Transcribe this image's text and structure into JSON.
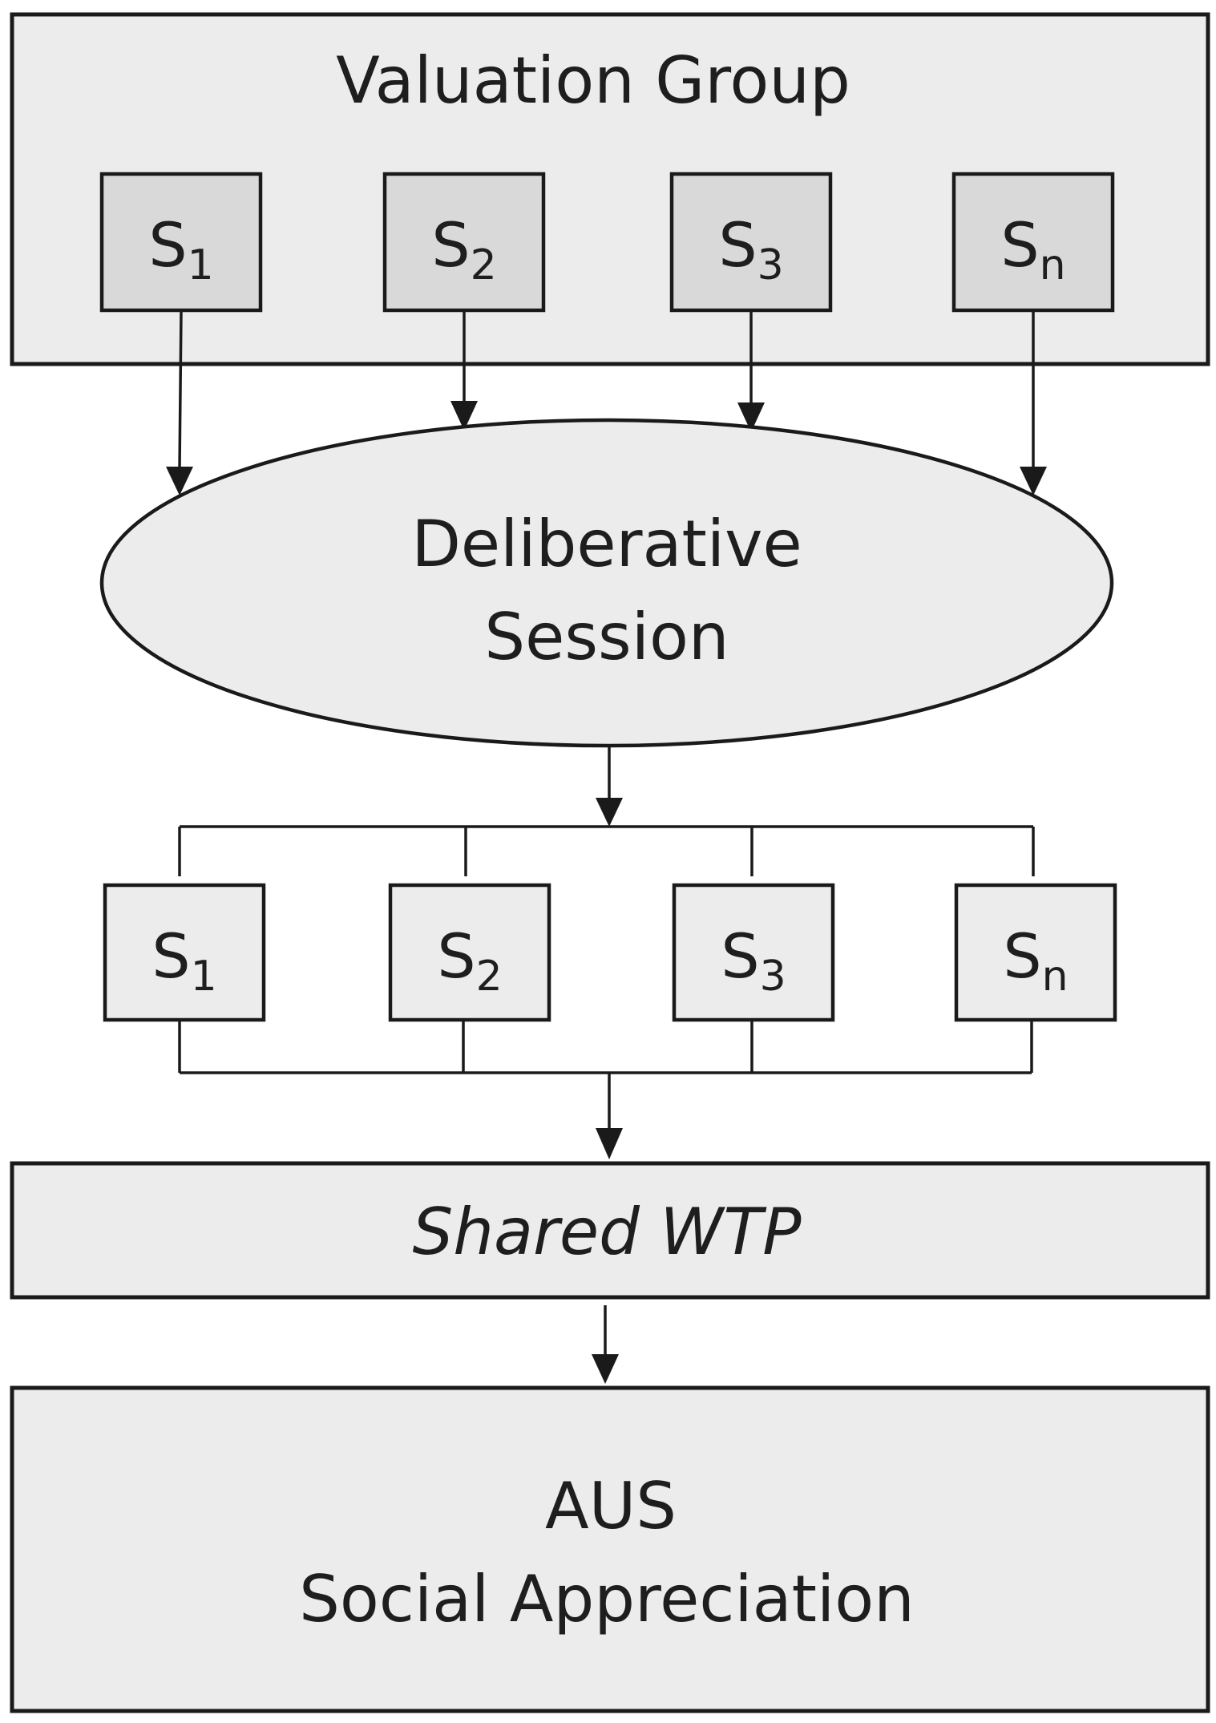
{
  "valuation_group": {
    "title": "Valuation Group",
    "stakeholders": [
      {
        "base": "S",
        "sub": "1"
      },
      {
        "base": "S",
        "sub": "2"
      },
      {
        "base": "S",
        "sub": "3"
      },
      {
        "base": "S",
        "sub": "n"
      }
    ]
  },
  "session": {
    "line1": "Deliberative",
    "line2": "Session"
  },
  "post_session": {
    "stakeholders": [
      {
        "base": "S",
        "sub": "1"
      },
      {
        "base": "S",
        "sub": "2"
      },
      {
        "base": "S",
        "sub": "3"
      },
      {
        "base": "S",
        "sub": "n"
      }
    ]
  },
  "shared_wtp": {
    "label": "Shared WTP"
  },
  "output": {
    "line1": "AUS",
    "line2": "Social Appreciation"
  }
}
